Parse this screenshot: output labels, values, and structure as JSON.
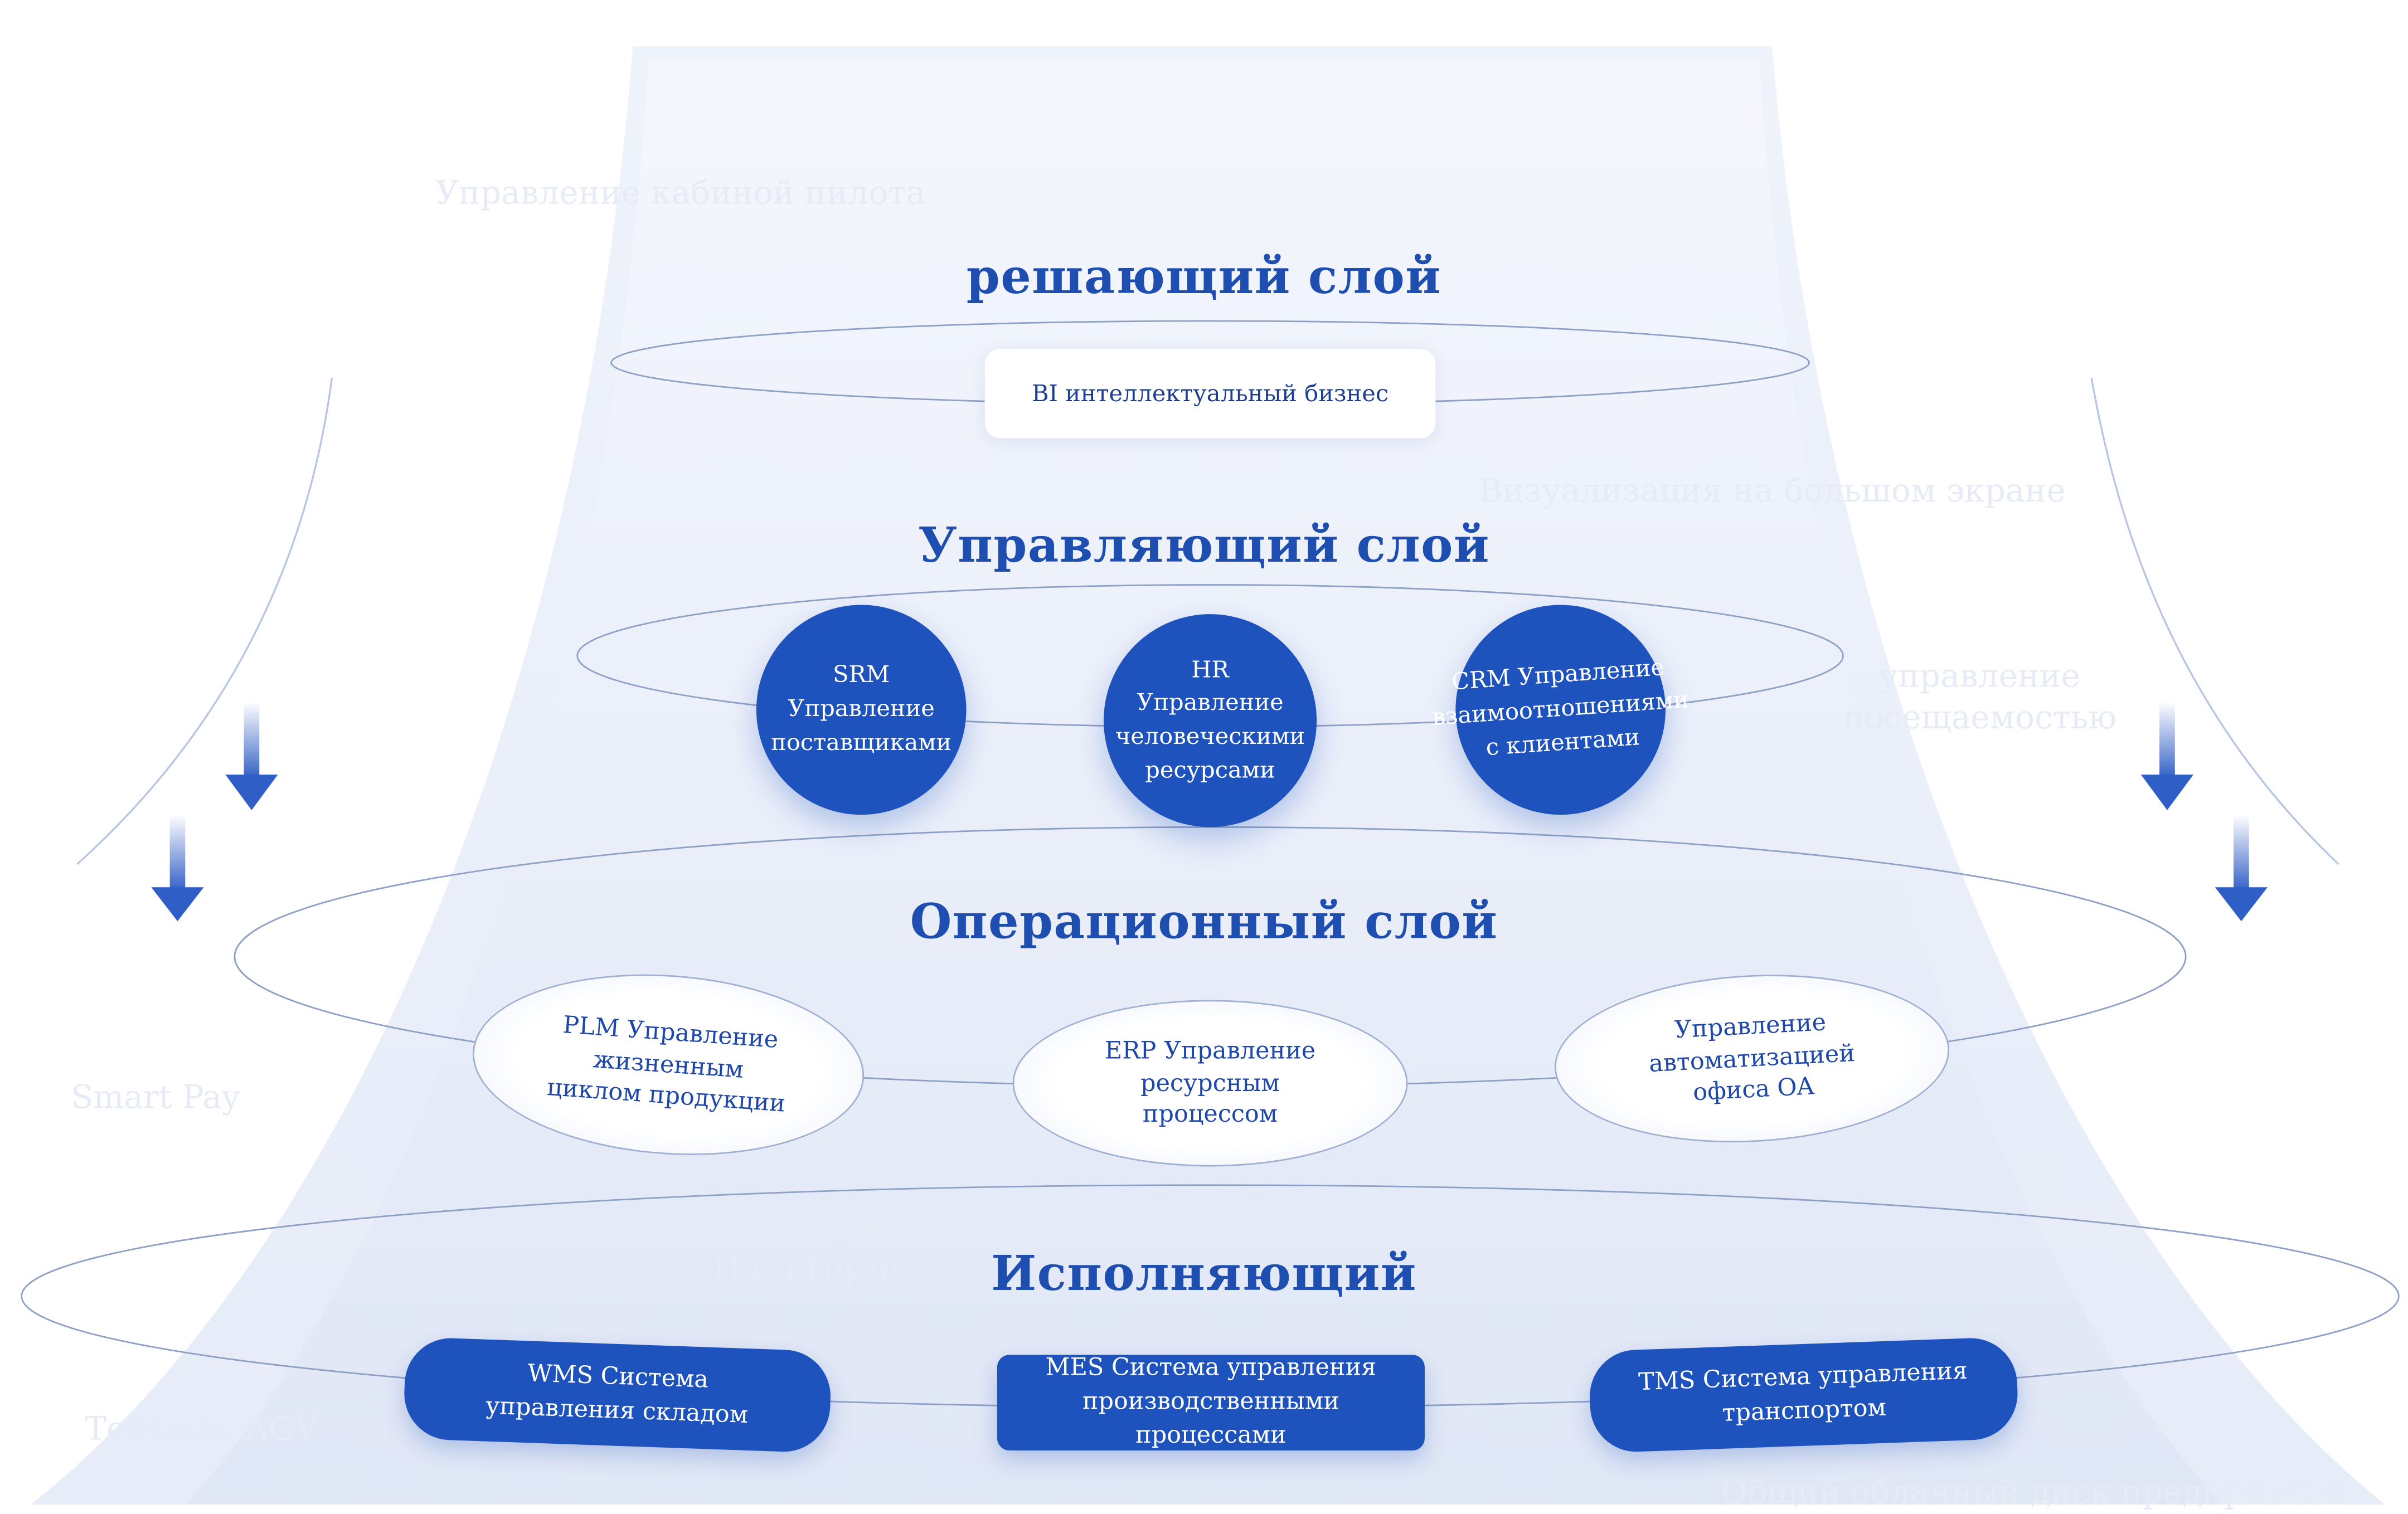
{
  "colors": {
    "accent": "#1e52bd",
    "title": "#1e4fb0",
    "ghost_text": "#e6ebf6",
    "line": "#8ea0c6"
  },
  "icons": [
    "down-arrow-icon"
  ],
  "ghost_labels": {
    "cockpit": "Управление кабиной пилота",
    "big_screen": "Визуализация на большом экране",
    "attendance": "управление посещаемостью",
    "smart_pay": "Smart Pay",
    "data_report": "Отчет о данных Платформы",
    "agv": "Тележка AGV",
    "cloud_disk": "Общий облачный диск предприятия"
  },
  "layers": {
    "decision": {
      "title": "решающий слой",
      "items": [
        "BI интеллектуальный бизнес"
      ]
    },
    "management": {
      "title": "Управляющий слой",
      "items": [
        "SRM Управление поставщиками",
        "HR Управление человеческими ресурсами",
        "CRM Управление взаимоотношениями с клиентами"
      ]
    },
    "operation": {
      "title": "Операционный слой",
      "items": [
        "PLM Управление жизненным циклом продукции",
        "ERP Управление ресурсным процессом",
        "Управление автоматизацией офиса OA"
      ]
    },
    "execution": {
      "title": "Исполняющий",
      "items": [
        "WMS Система управления складом",
        "MES Система управления производственными процессами",
        "TMS Система управления транспортом"
      ]
    }
  }
}
